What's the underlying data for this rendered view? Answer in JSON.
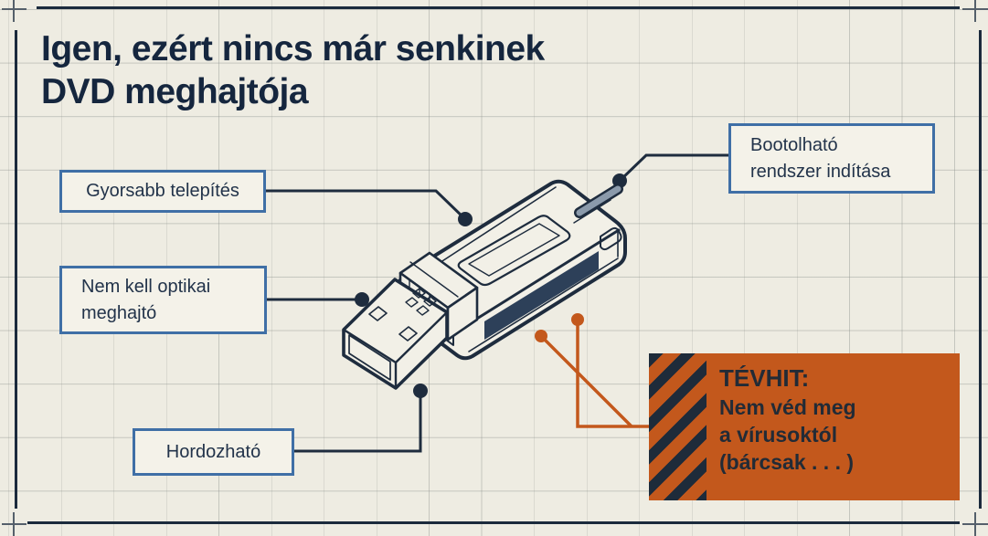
{
  "title": {
    "lines": [
      "Igen, ezért nincs már senkinek",
      "DVD meghajtója"
    ]
  },
  "callouts": {
    "faster_install": {
      "lines": [
        "Gyorsabb telepítés"
      ]
    },
    "no_optical_drive": {
      "lines": [
        "Nem kell optikai",
        "meghajtó"
      ]
    },
    "portable": {
      "lines": [
        "Hordozható"
      ]
    },
    "bootable": {
      "lines": [
        "Bootolható",
        "rendszer indítása"
      ]
    }
  },
  "warning": {
    "title": "TÉVHIT:",
    "lines": [
      "Nem véd meg",
      "a vírusoktól",
      "(bárcsak . . . )"
    ]
  },
  "illustration": {
    "icon": "usb-flash-drive-isometric-blueprint"
  },
  "colors": {
    "background": "#eeece2",
    "ink_navy": "#1b2a3c",
    "callout_border": "#3f6fa6",
    "accent_orange": "#c3581c",
    "stripe_navy": "#2d4059",
    "slider_gray": "#8b9aab"
  }
}
